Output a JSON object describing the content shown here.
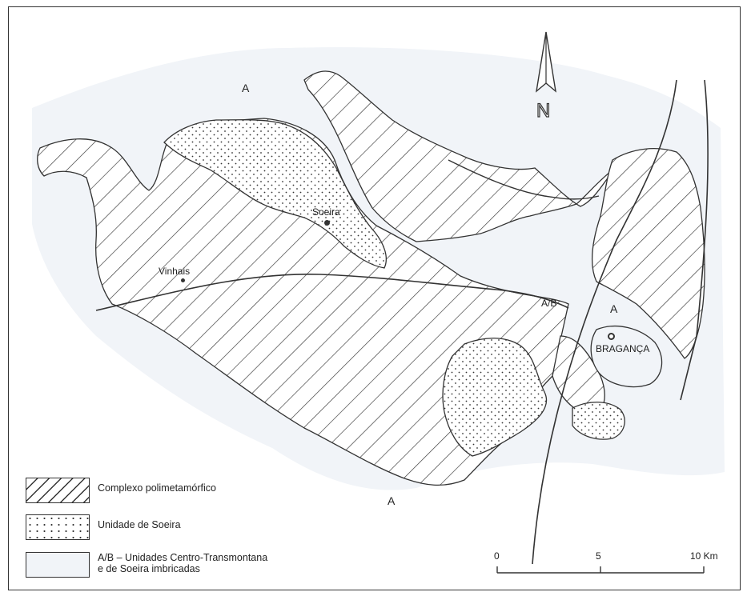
{
  "map": {
    "north_arrow_label": "N",
    "unit_label_A": "A",
    "unit_label_AB": "A/B",
    "places": {
      "soeira": "Soeira",
      "vinhais": "Vinhais",
      "braganca": "BRAGANÇA"
    }
  },
  "legend": {
    "items": [
      {
        "label": "Complexo polimetamórfico"
      },
      {
        "label": "Unidade de Soeira"
      },
      {
        "label": "A/B – Unidades Centro-Transmontana\n      e de Soeira  imbricadas"
      }
    ]
  },
  "scale_bar": {
    "ticks": [
      "0",
      "5",
      "10 Km"
    ]
  },
  "colors": {
    "line": "#333333",
    "shade_region": "#f1f4f8",
    "paper": "#ffffff"
  }
}
